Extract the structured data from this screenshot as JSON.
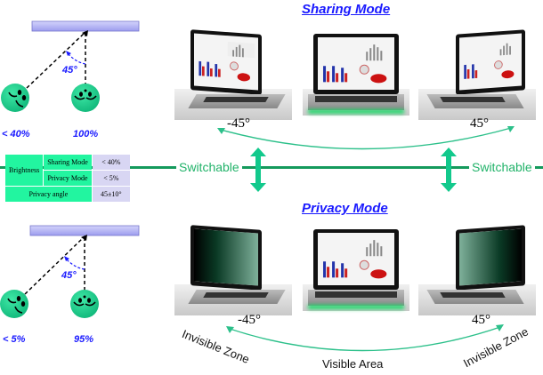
{
  "sharing": {
    "title": "Sharing Mode",
    "viewer_left_brightness": "< 40%",
    "viewer_center_brightness": "100%",
    "view_angle": "45°",
    "left_angle": "-45°",
    "right_angle": "45°"
  },
  "privacy": {
    "title": "Privacy Mode",
    "viewer_left_brightness": "< 5%",
    "viewer_center_brightness": "95%",
    "view_angle": "45°",
    "left_angle": "-45°",
    "right_angle": "45°",
    "left_zone": "Invisible Zone",
    "right_zone": "Invisible Zone",
    "center_zone": "Visible Area"
  },
  "switch": {
    "left_label": "Switchable",
    "right_label": "Switchable"
  },
  "spec_table": {
    "brightness_label": "Brightness",
    "sharing_mode_label": "Sharing Mode",
    "sharing_mode_value": "< 40%",
    "privacy_mode_label": "Privacy Mode",
    "privacy_mode_value": "< 5%",
    "privacy_angle_label": "Privacy angle",
    "privacy_angle_value": "45±10°"
  },
  "colors": {
    "accent_green": "#22b36a",
    "title_blue": "#1a1aff",
    "table_green": "#22f5a0",
    "table_lavender": "#d8d6f3",
    "face_green": "#1fcf8a",
    "panel_bar": "#a9a9f2"
  }
}
